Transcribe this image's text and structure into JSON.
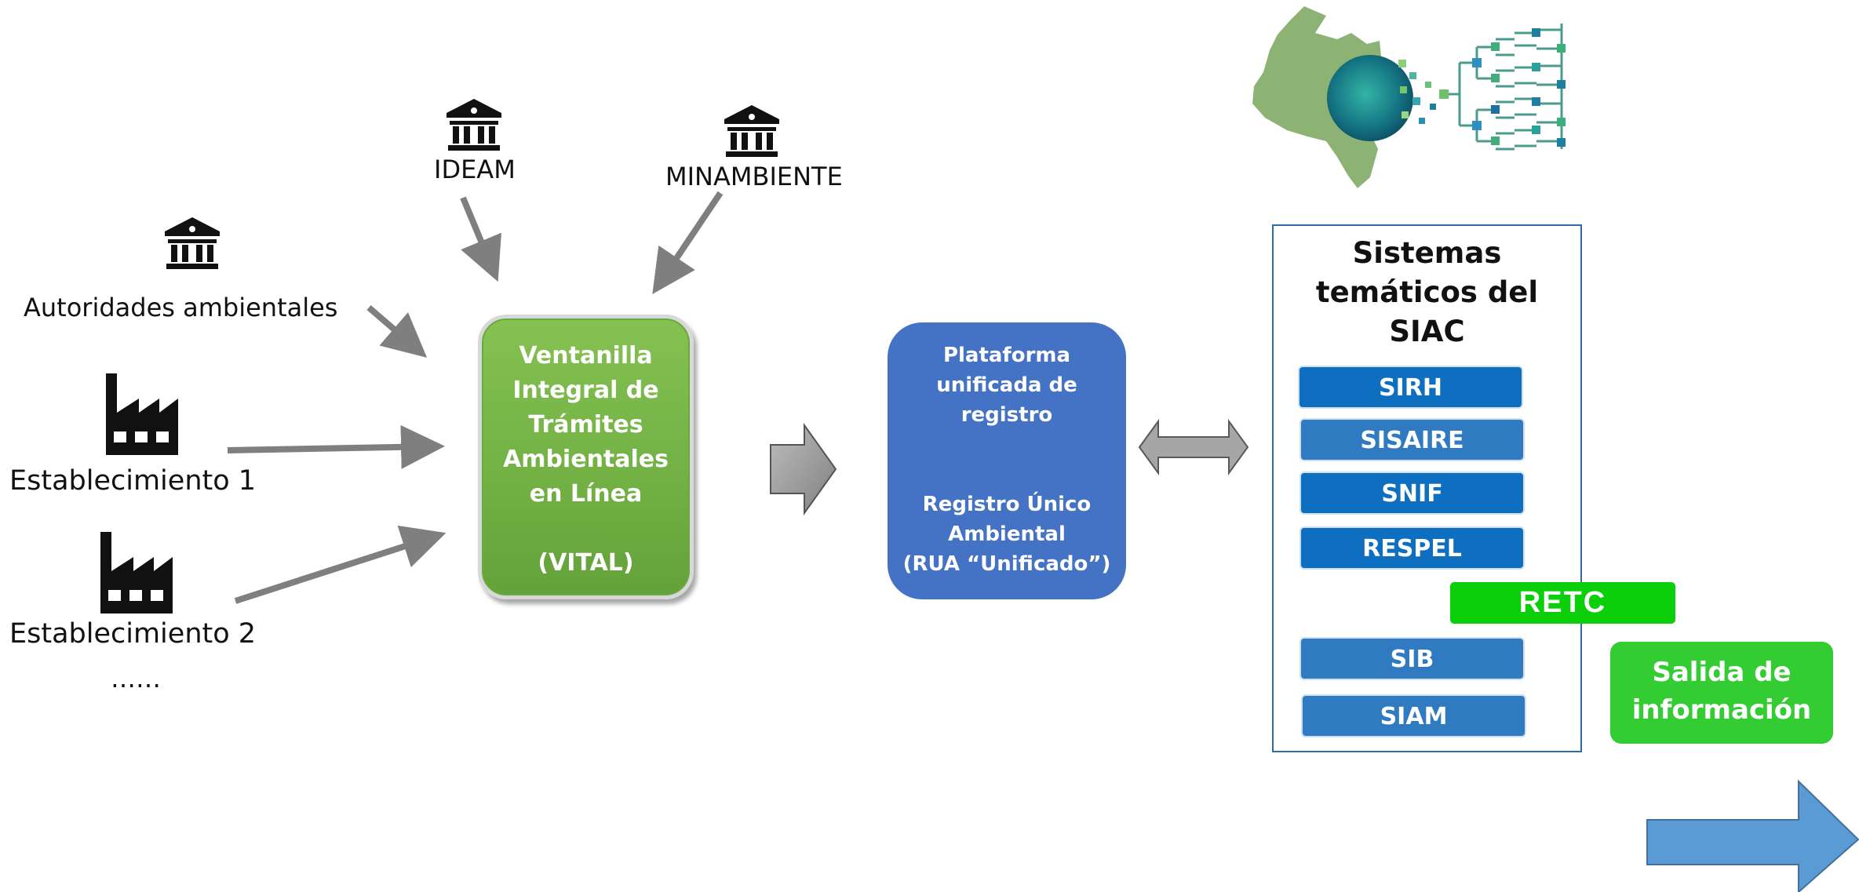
{
  "actors": {
    "ideam": {
      "label": "IDEAM",
      "icon": "institution-icon"
    },
    "minambiente": {
      "label": "MINAMBIENTE",
      "icon": "institution-icon"
    },
    "autoridades": {
      "label": "Autoridades ambientales",
      "icon": "institution-icon"
    },
    "establecimiento1": {
      "label": "Establecimiento 1",
      "icon": "factory-icon"
    },
    "establecimiento2": {
      "label": "Establecimiento 2",
      "icon": "factory-icon"
    },
    "more": "……"
  },
  "vital": {
    "lines": [
      "Ventanilla",
      "Integral de",
      "Trámites",
      "Ambientales",
      "en Línea",
      "",
      "(VITAL)"
    ],
    "color": "#72b044"
  },
  "plataforma": {
    "lines": [
      "Plataforma",
      "unificada de",
      "registro",
      "",
      "",
      "Registro Único",
      "Ambiental",
      "(RUA “Unificado”)"
    ],
    "color": "#4472c4"
  },
  "siac": {
    "title_lines": [
      "Sistemas",
      "temáticos del",
      "SIAC"
    ],
    "systems": [
      {
        "label": "SIRH",
        "color": "#0e6fc0"
      },
      {
        "label": "SISAIRE",
        "color": "#2f7ac0"
      },
      {
        "label": "SNIF",
        "color": "#0e6fc0"
      },
      {
        "label": "RESPEL",
        "color": "#0e6fc0"
      },
      {
        "label": "SIB",
        "color": "#2f7ac0"
      },
      {
        "label": "SIAM",
        "color": "#2f7ac0"
      }
    ]
  },
  "retc": {
    "label": "RETC",
    "color": "#0ccf0c"
  },
  "salida": {
    "lines": [
      "Salida de",
      "información"
    ],
    "color": "#33cc33"
  },
  "logo": {
    "icon": "colombia-data-network-logo"
  }
}
